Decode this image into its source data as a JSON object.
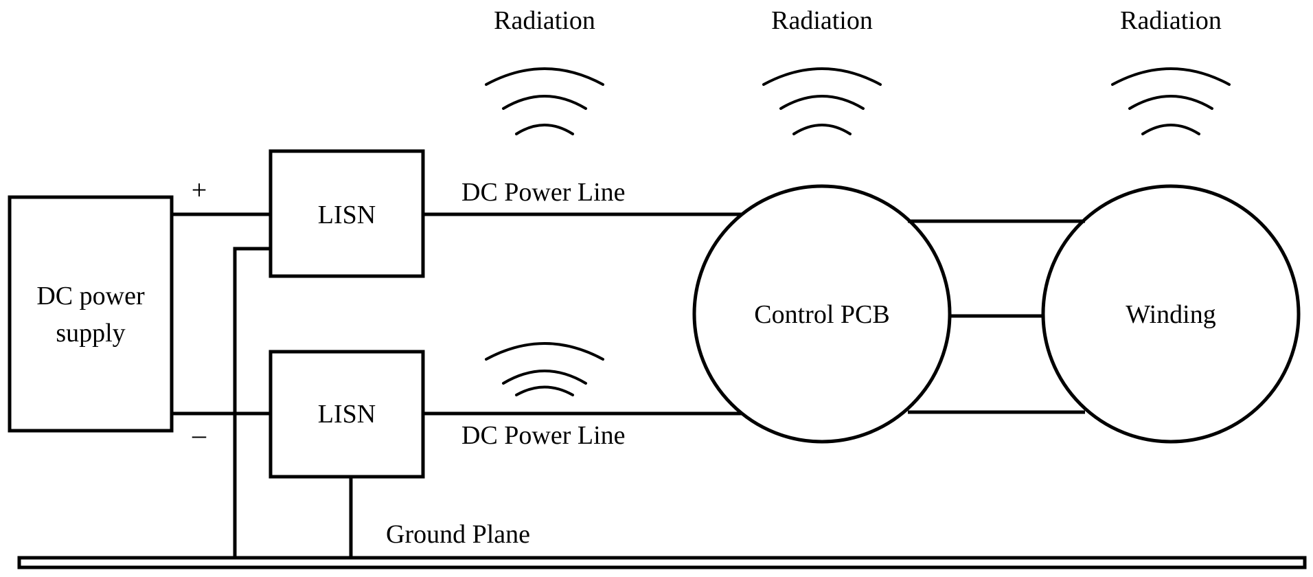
{
  "diagram": {
    "power_supply": {
      "line1": "DC power",
      "line2": "supply"
    },
    "plus_sign": "+",
    "minus_sign": "–",
    "lisn_top": "LISN",
    "lisn_bottom": "LISN",
    "dc_line_top": "DC Power Line",
    "dc_line_bottom": "DC Power Line",
    "control_pcb": "Control PCB",
    "winding": "Winding",
    "ground_plane": "Ground Plane",
    "radiation_labels": [
      "Radiation",
      "Radiation",
      "Radiation"
    ]
  }
}
